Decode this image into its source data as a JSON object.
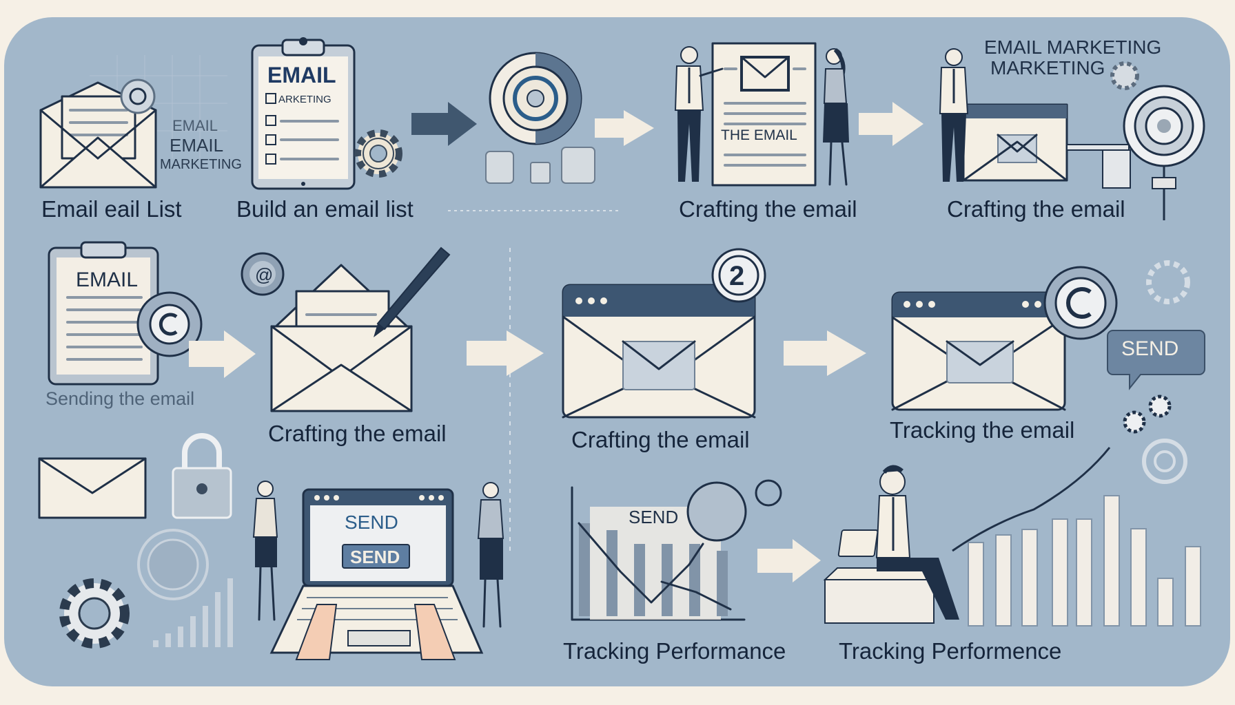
{
  "colors": {
    "background": "#f6f0e6",
    "panel": "#a2b7ca",
    "ink": "#1f3047",
    "paper": "#f4efe4",
    "accent": "#2b5d8a"
  },
  "row1": {
    "step1": {
      "label": "Email eail List",
      "side_text": [
        "EMAIL",
        "EMAIL",
        "MARKETING"
      ]
    },
    "step2": {
      "label": "Build an email list",
      "clipboard_title": "EMAIL",
      "clipboard_item": "ARKETING"
    },
    "step3": {
      "label": "Crafting the email",
      "document_text": "THE EMAIL"
    },
    "step4": {
      "label": "Crafting the email",
      "heading_line1": "EMAIL MARKETING",
      "heading_line2": "MARKETING"
    }
  },
  "row2": {
    "step1": {
      "label": "Sending the email",
      "clipboard_title": "EMAIL"
    },
    "step2": {
      "label": "Crafting the email"
    },
    "step3": {
      "label": "Crafting the email",
      "badge": "2"
    },
    "step4": {
      "label": "Tracking the email",
      "bubble": "SEND"
    }
  },
  "row3": {
    "laptop": {
      "screen_text": "SEND",
      "button": "SEND"
    },
    "chart": {
      "label": "Tracking Performance",
      "chart_text": "SEND"
    },
    "person": {
      "label": "Tracking Performence"
    }
  }
}
